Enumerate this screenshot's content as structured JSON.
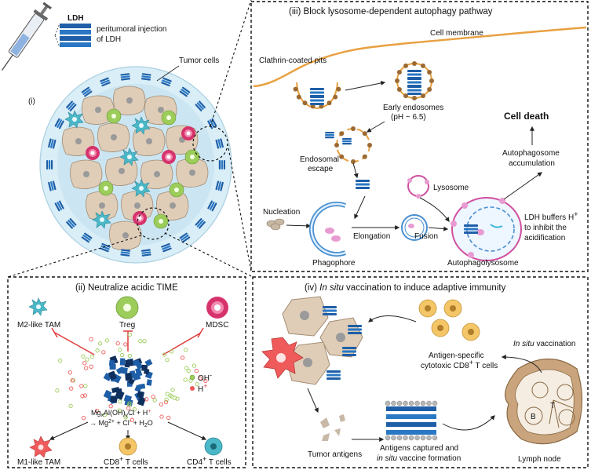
{
  "colors": {
    "ldh_layer": "#1f5fa8",
    "ldh_dark": "#0f2f5c",
    "tumor_cell": "#dfcdb8",
    "tumor_stroke": "#a38c74",
    "membrane": "#e8a040",
    "treg": "#9ccc5a",
    "mdsc": "#d6336c",
    "tam": "#4bb8c8",
    "m1_tam": "#ef5b5b",
    "inhibit": "#e03c3c",
    "tcell": "#f4c667",
    "lymph_node": "#c9a47c",
    "tumor_bg": "#d9eef7"
  },
  "injection": {
    "ldh_label": "LDH",
    "caption_line1": "peritumoral injection",
    "caption_line2": "of LDH"
  },
  "panel_i": {
    "roman": "(i)",
    "tumor_cells_label": "Tumor cells"
  },
  "panel_iii": {
    "title": "(iii) Block lysosome-dependent autophagy pathway",
    "cell_membrane": "Cell membrane",
    "clathrin": "Clathrin-coated pits",
    "early_endo_1": "Early endosomes",
    "early_endo_2": "(pH ~ 6.5)",
    "endo_escape_1": "Endosomal",
    "endo_escape_2": "escape",
    "cell_death": "Cell death",
    "autophagosome_1": "Autophagosome",
    "autophagosome_2": "accumulation",
    "lysosome": "Lysosome",
    "nucleation": "Nucleation",
    "elongation": "Elongation",
    "fusion": "Fusion",
    "phagophore": "Phagophore",
    "autophagolysosome": "Autophagolysosome",
    "ldh_buffers_1": "LDH buffers H",
    "ldh_buffers_sup": "+",
    "ldh_buffers_2": "to inhibit the",
    "ldh_buffers_3": "acidification"
  },
  "panel_ii": {
    "title": "(ii) Neutralize acidic TIME",
    "m2_tam": "M2-like TAM",
    "treg": "Treg",
    "mdsc": "MDSC",
    "oh": "OH",
    "oh_sup": "-",
    "h": "H",
    "h_sup": "+",
    "reaction_1": "Mg",
    "reaction_1_sub1": "x",
    "reaction_1_mid": "Al(OH)",
    "reaction_1_sub2": "y",
    "reaction_1_end": "Cl + H",
    "reaction_1_sup": "+",
    "reaction_2": "→ Mg",
    "reaction_2_sup": "2+",
    "reaction_2_end": " + Cl",
    "reaction_2_sup2": "-",
    "reaction_2_end2": " + H",
    "reaction_2_sub": "2",
    "reaction_2_o": "O",
    "m1_tam": "M1-like TAM",
    "cd8": "CD8",
    "cd8_sup": "+",
    "cd8_end": " T cells",
    "cd4": "CD4",
    "cd4_sup": "+",
    "cd4_end": " T cells"
  },
  "panel_iv": {
    "title_pre": "(iv) ",
    "title_it": "In situ",
    "title_post": " vaccination to induce adaptive immunity",
    "in_situ_vacc_it": "In situ",
    "in_situ_vacc": " vaccination",
    "antigen_specific_1": "Antigen-specific",
    "antigen_specific_2": "cytotoxic CD8",
    "antigen_specific_sup": "+",
    "antigen_specific_3": " T cells",
    "tumor_antigens": "Tumor antigens",
    "captured_1": "Antigens captured and",
    "captured_2_it": "in situ",
    "captured_2": " vaccine formation",
    "lymph_node": "Lymph node",
    "b_label": "B",
    "t_label": "T"
  }
}
